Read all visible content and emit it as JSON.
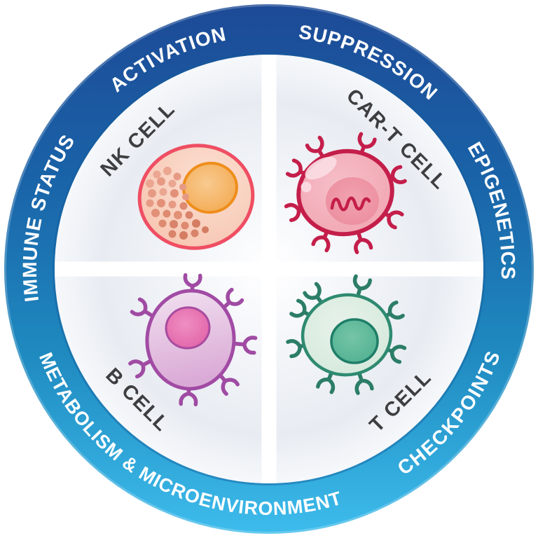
{
  "diagram": {
    "type": "circular-quadrant-infographic",
    "ring_labels": [
      {
        "text": "ACTIVATION",
        "position": "top-left"
      },
      {
        "text": "SUPPRESSION",
        "position": "top-right"
      },
      {
        "text": "EPIGENETICS",
        "position": "right"
      },
      {
        "text": "CHECKPOINTS",
        "position": "bottom-right"
      },
      {
        "text": "METABOLISM & MICROENVIRONMENT",
        "position": "bottom"
      },
      {
        "text": "IMMUNE STATUS",
        "position": "left"
      }
    ],
    "quadrants": [
      {
        "label": "NK CELL",
        "position": "top-left",
        "cell_color": "#ef4e63"
      },
      {
        "label": "CAR-T CELL",
        "position": "top-right",
        "cell_color": "#c41e4a"
      },
      {
        "label": "B CELL",
        "position": "bottom-left",
        "cell_color": "#a14ba4"
      },
      {
        "label": "T CELL",
        "position": "bottom-right",
        "cell_color": "#2e8a70"
      }
    ],
    "colors": {
      "ring_gradient_top": "#1d4a96",
      "ring_gradient_upper_mid": "#1a63a8",
      "ring_gradient_lower_mid": "#1f8ac0",
      "ring_gradient_bottom": "#3dbcec",
      "ring_text": "#ffffff",
      "quadrant_label_text": "#3e3e40",
      "divider": "#ffffff",
      "disc_center": "#ffffff",
      "disc_edge": "#e8ecf2"
    }
  }
}
